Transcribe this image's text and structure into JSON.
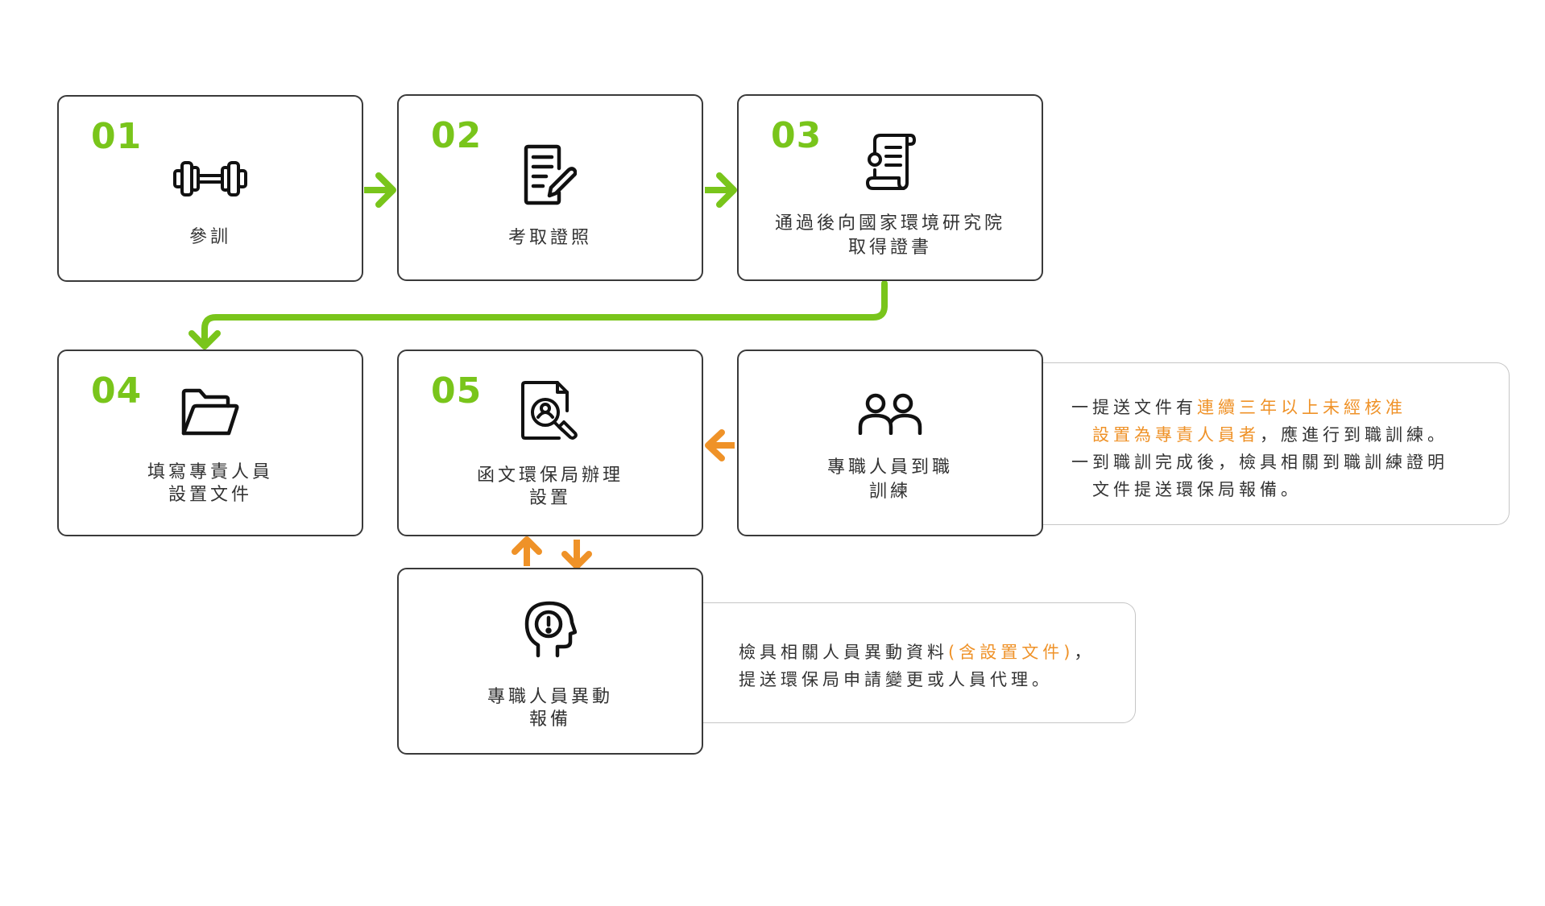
{
  "steps": [
    {
      "num": "01",
      "label": "參訓",
      "icon": "dumbbell-icon"
    },
    {
      "num": "02",
      "label": "考取證照",
      "icon": "edit-document-icon"
    },
    {
      "num": "03",
      "label_line1": "通過後向國家環境研究院",
      "label_line2": "取得證書",
      "icon": "certificate-scroll-icon"
    },
    {
      "num": "04",
      "label_line1": "填寫專責人員",
      "label_line2": "設置文件",
      "icon": "folder-icon"
    },
    {
      "num": "05",
      "label_line1": "函文環保局辦理",
      "label_line2": "設置",
      "icon": "document-search-icon"
    }
  ],
  "training_box": {
    "label_line1": "專職人員到職",
    "label_line2": "訓練",
    "icon": "people-icon"
  },
  "change_box": {
    "label_line1": "專職人員異動",
    "label_line2": "報備",
    "icon": "head-alert-icon"
  },
  "training_note": {
    "line1_prefix": "一提送文件有",
    "line1_highlight": "連續三年以上未經核准",
    "line2_highlight": "設置為專責人員者",
    "line2_suffix": "，應進行到職訓練。",
    "line3": "一到職訓完成後，檢具相關到職訓練證明",
    "line4": "文件提送環保局報備。"
  },
  "change_note": {
    "line1_prefix": "檢具相關人員異動資料",
    "line1_highlight": "(含設置文件)",
    "line1_suffix": "，",
    "line2": "提送環保局申請變更或人員代理。"
  },
  "colors": {
    "green": "#79c51b",
    "orange": "#ef9228",
    "border": "#3a3a3a",
    "note_border": "#c6c6c6"
  }
}
